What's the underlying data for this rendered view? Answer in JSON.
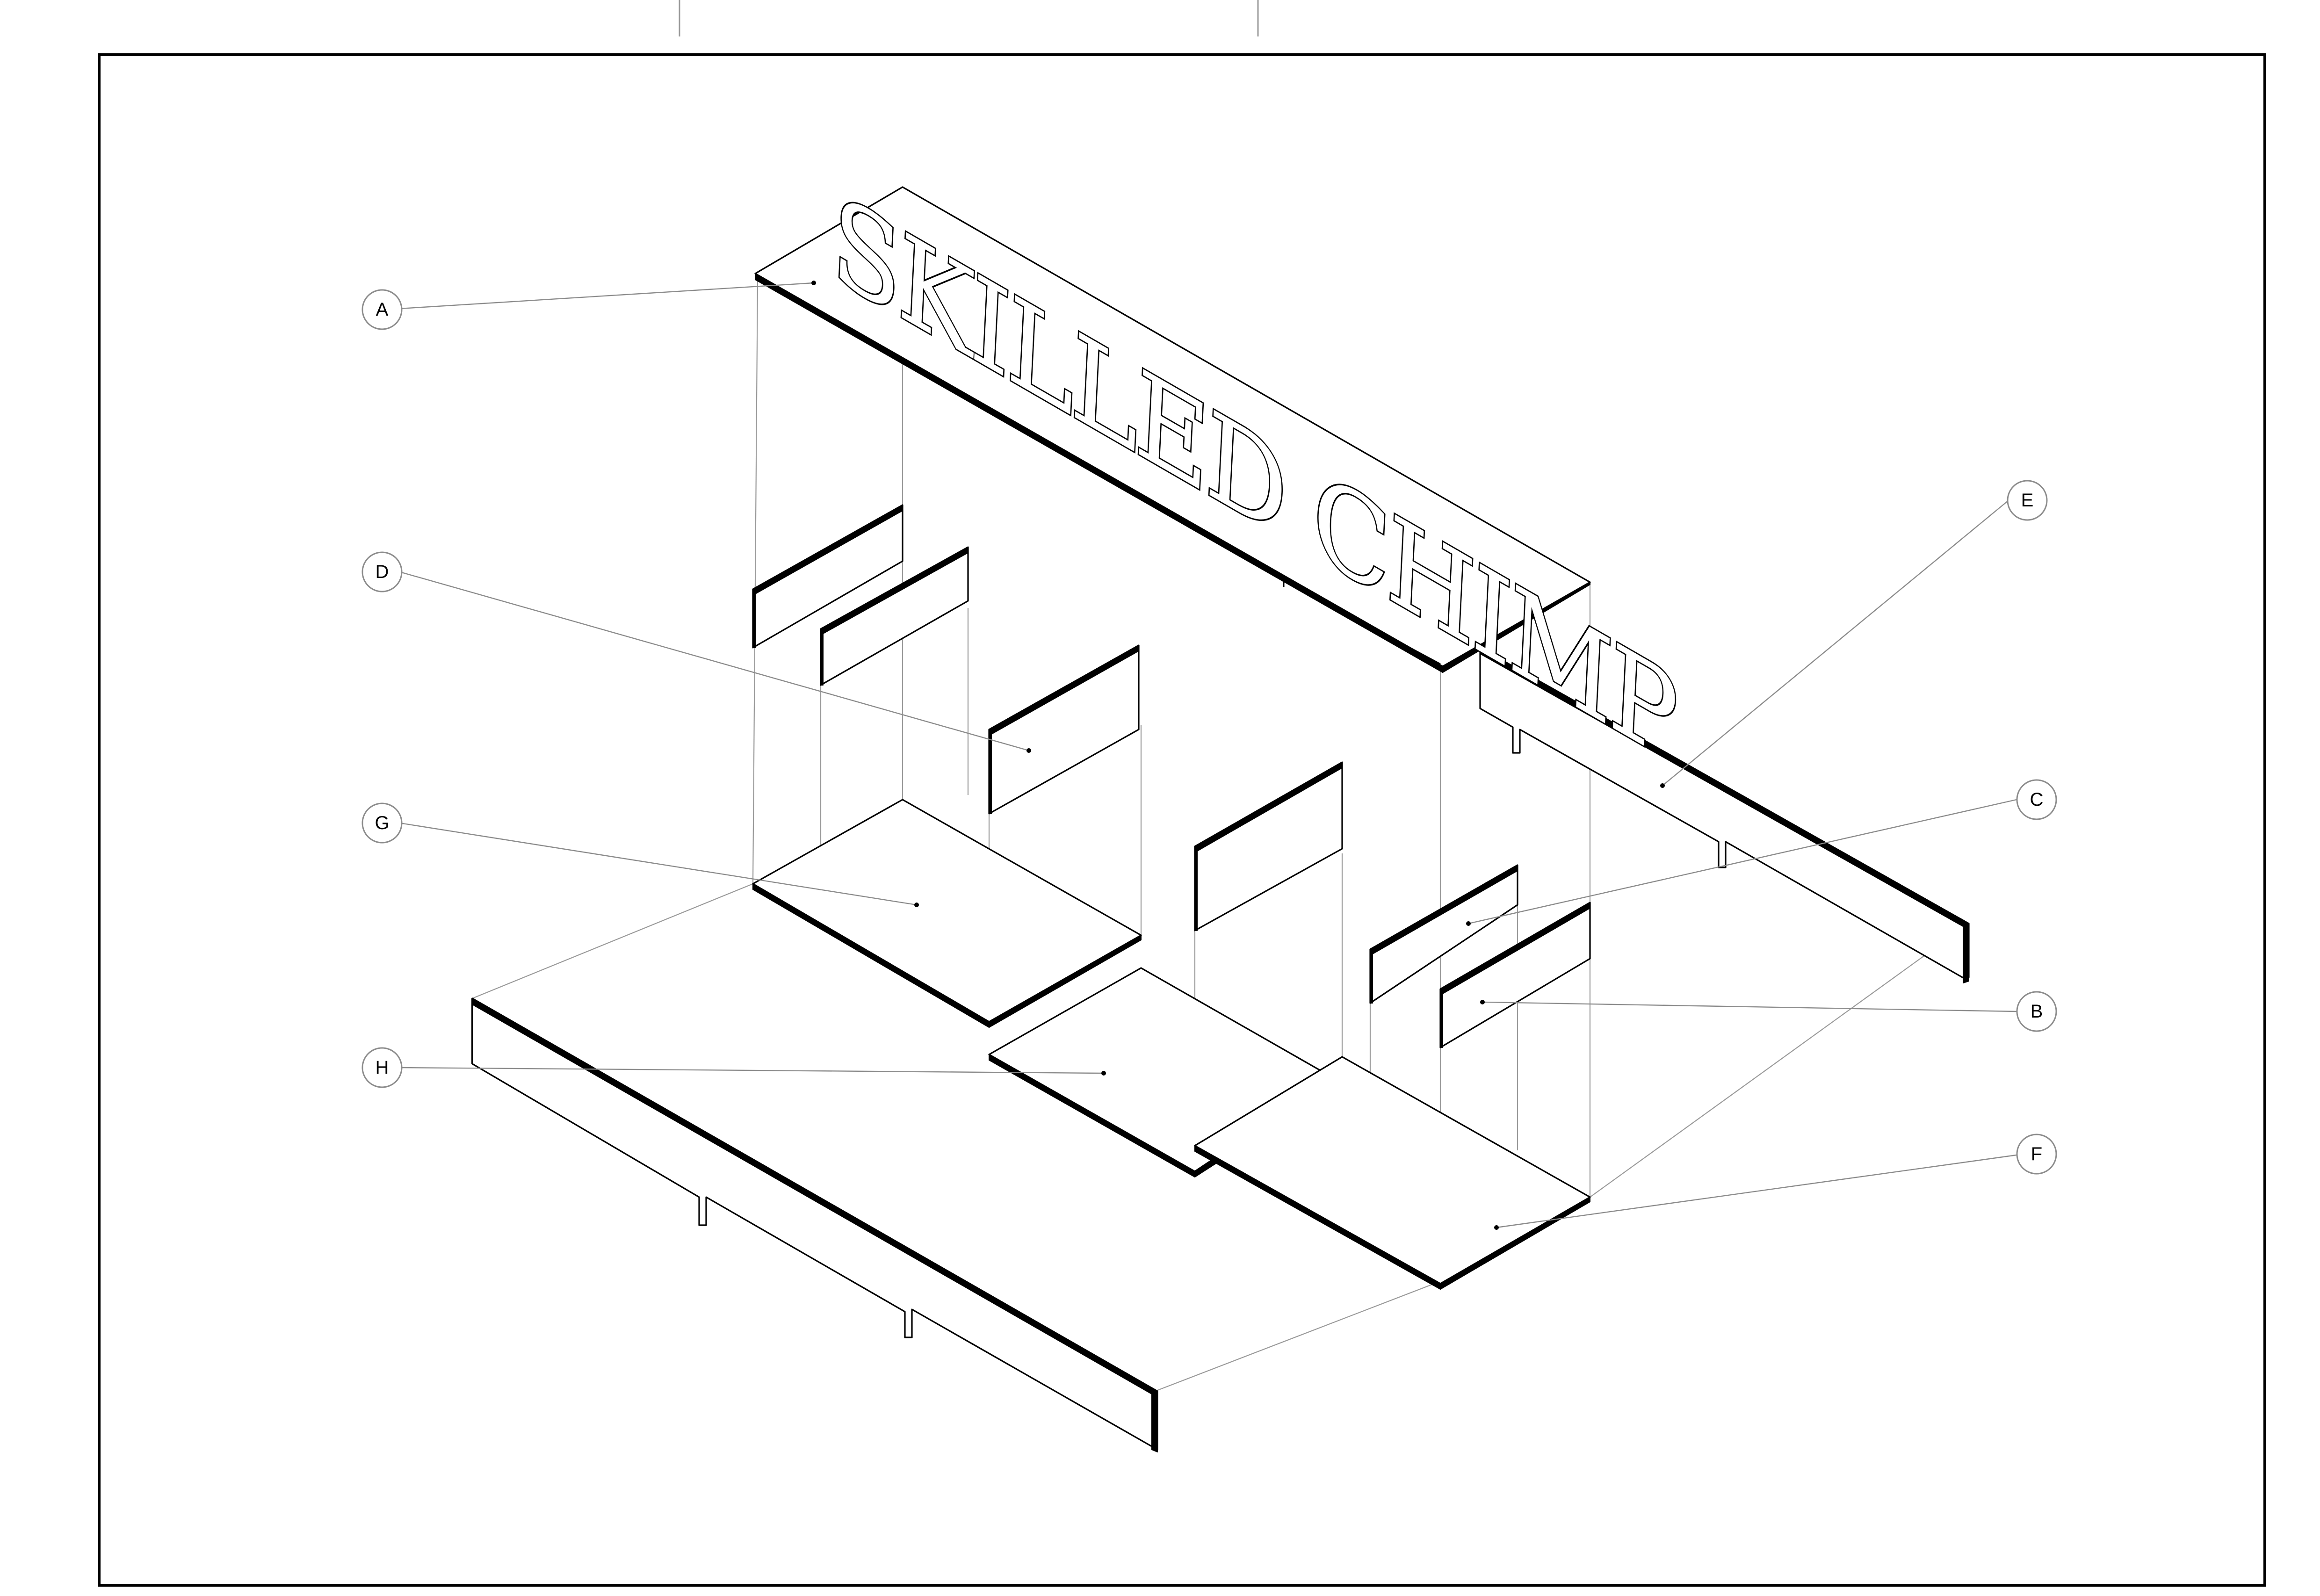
{
  "drawing": {
    "engraved_text": "SKILLED CHIMP",
    "callouts": [
      {
        "id": "A",
        "label": "A"
      },
      {
        "id": "B",
        "label": "B"
      },
      {
        "id": "C",
        "label": "C"
      },
      {
        "id": "D",
        "label": "D"
      },
      {
        "id": "E",
        "label": "E"
      },
      {
        "id": "F",
        "label": "F"
      },
      {
        "id": "G",
        "label": "G"
      },
      {
        "id": "H",
        "label": "H"
      }
    ]
  }
}
